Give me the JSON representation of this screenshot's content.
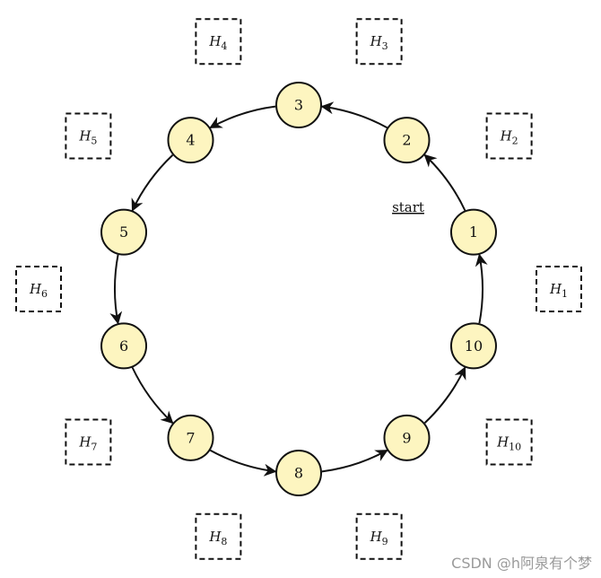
{
  "nodes": [
    "1",
    "2",
    "3",
    "4",
    "5",
    "6",
    "7",
    "8",
    "9",
    "10"
  ],
  "hboxes": [
    {
      "base": "H",
      "sub": "1"
    },
    {
      "base": "H",
      "sub": "2"
    },
    {
      "base": "H",
      "sub": "3"
    },
    {
      "base": "H",
      "sub": "4"
    },
    {
      "base": "H",
      "sub": "5"
    },
    {
      "base": "H",
      "sub": "6"
    },
    {
      "base": "H",
      "sub": "7"
    },
    {
      "base": "H",
      "sub": "8"
    },
    {
      "base": "H",
      "sub": "9"
    },
    {
      "base": "H",
      "sub": "10"
    }
  ],
  "edges": [
    [
      "10",
      "1"
    ],
    [
      "1",
      "2"
    ],
    [
      "2",
      "3"
    ],
    [
      "3",
      "4"
    ],
    [
      "4",
      "5"
    ],
    [
      "5",
      "6"
    ],
    [
      "6",
      "7"
    ],
    [
      "7",
      "8"
    ],
    [
      "8",
      "9"
    ],
    [
      "9",
      "10"
    ]
  ],
  "start_label": "start",
  "watermark": "CSDN @h阿泉有个梦",
  "colors": {
    "node_fill": "#fdf5c0",
    "stroke": "#111111"
  }
}
